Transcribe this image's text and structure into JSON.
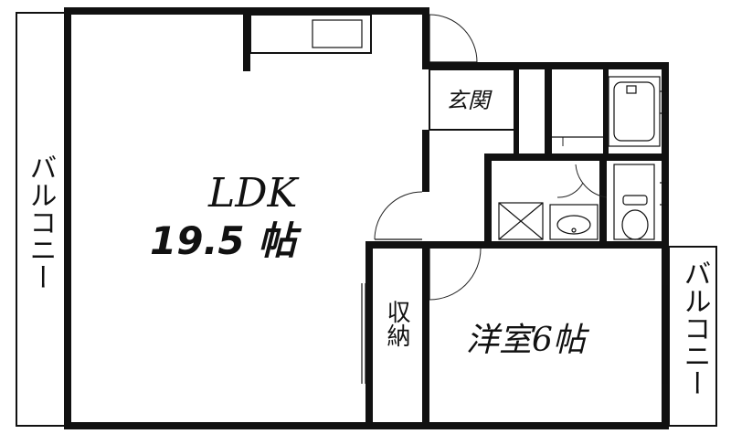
{
  "rooms": {
    "ldk_name": "LDK",
    "ldk_size": "19.5 帖",
    "western_room": "洋室6帖",
    "entrance": "玄関",
    "storage": "収納",
    "balcony_left": "バルコニー",
    "balcony_right": "バルコニー"
  },
  "colors": {
    "wall": "#111111",
    "background": "#ffffff"
  }
}
